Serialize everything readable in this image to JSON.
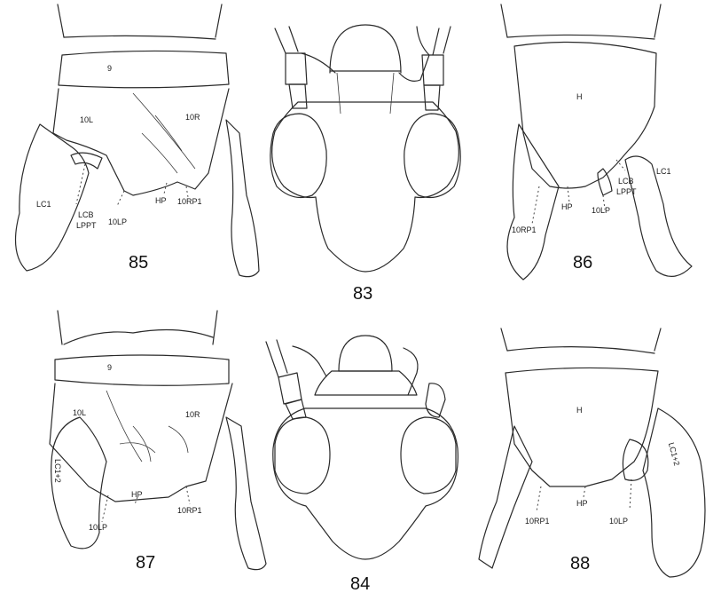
{
  "figures": {
    "f85": {
      "number": "85",
      "labels": {
        "seg9": "9",
        "l10": "10L",
        "r10": "10R",
        "lc": "LC1",
        "lcb": "LCB",
        "lppt": "LPPT",
        "lp10": "10LP",
        "hp": "HP",
        "rp10": "10RP1"
      }
    },
    "f83": {
      "number": "83"
    },
    "f86": {
      "number": "86",
      "labels": {
        "h": "H",
        "lc": "LC1",
        "lcb": "LCB",
        "lppt": "LPPT",
        "lp10": "10LP",
        "hp": "HP",
        "rp10": "10RP1"
      }
    },
    "f87": {
      "number": "87",
      "labels": {
        "seg9": "9",
        "l10": "10L",
        "r10": "10R",
        "lc": "LC1+2",
        "hp": "HP",
        "lp10": "10LP",
        "rp10": "10RP1"
      }
    },
    "f84": {
      "number": "84"
    },
    "f88": {
      "number": "88",
      "labels": {
        "h": "H",
        "lc": "LC1+2",
        "hp": "HP",
        "lp10": "10LP",
        "rp10": "10RP1"
      }
    }
  }
}
